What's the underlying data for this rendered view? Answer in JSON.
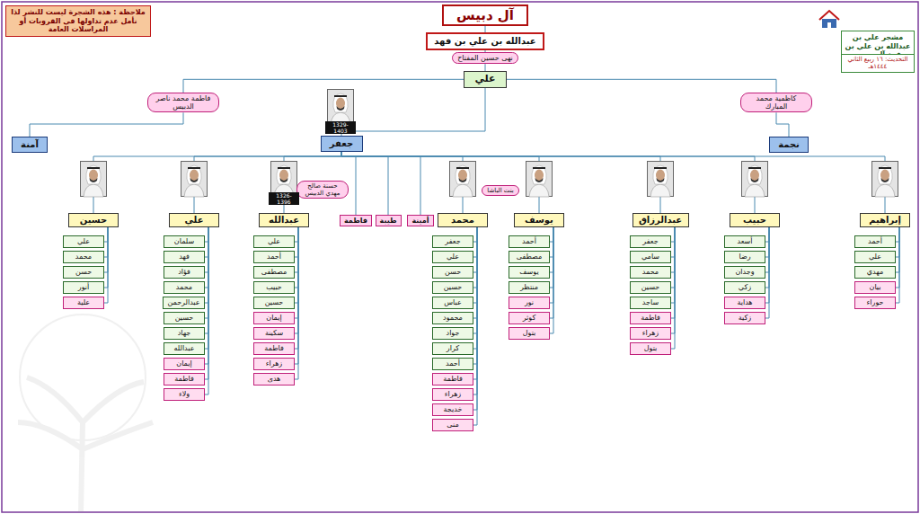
{
  "diagram": {
    "title": "آل دبيس",
    "nodes": [
      {
        "text": [
          "عبدالله بن علي بن فهد"
        ]
      },
      {
        "text": [
          "نهى حسين المفتاح"
        ]
      },
      {
        "text": [
          "علي"
        ]
      },
      {
        "text": [
          "فاطمة محمد ناصر الدبيس"
        ]
      },
      {
        "text": [
          "كاظمية محمد المبارك"
        ]
      },
      {
        "text": [
          "آمنة"
        ]
      },
      {
        "text": [
          "جعفر"
        ]
      },
      {
        "text": [
          "نجمة"
        ]
      },
      {
        "text": [
          "حسنة صالح مهدي الدبيس"
        ]
      },
      {
        "text": [
          "بنت الباشا"
        ]
      },
      {
        "text": [
          "حسين"
        ]
      },
      {
        "text": [
          "علي"
        ]
      },
      {
        "text": [
          "عبدالله"
        ]
      },
      {
        "text": [
          "فاطمة"
        ]
      },
      {
        "text": [
          "طيبة"
        ]
      },
      {
        "text": [
          "أمينة"
        ]
      },
      {
        "text": [
          "محمد"
        ]
      },
      {
        "text": [
          "يوسف"
        ]
      },
      {
        "text": [
          "عبدالرزاق"
        ]
      },
      {
        "text": [
          "حبيب"
        ]
      },
      {
        "text": [
          "إبراهيم"
        ]
      },
      {
        "text": [
          "علي"
        ]
      },
      {
        "text": [
          "محمد"
        ]
      },
      {
        "text": [
          "حسن"
        ]
      },
      {
        "text": [
          "أنور"
        ]
      },
      {
        "text": [
          "علية"
        ]
      },
      {
        "text": [
          "سلمان"
        ]
      },
      {
        "text": [
          "فهد"
        ]
      },
      {
        "text": [
          "فؤاد"
        ]
      },
      {
        "text": [
          "محمد"
        ]
      },
      {
        "text": [
          "عبدالرحمن"
        ]
      },
      {
        "text": [
          "حسين"
        ]
      },
      {
        "text": [
          "جهاد"
        ]
      },
      {
        "text": [
          "عبدالله"
        ]
      },
      {
        "text": [
          "إيمان"
        ]
      },
      {
        "text": [
          "فاطمة"
        ]
      },
      {
        "text": [
          "ولاء"
        ]
      },
      {
        "text": [
          "علي"
        ]
      },
      {
        "text": [
          "أحمد"
        ]
      },
      {
        "text": [
          "مصطفى"
        ]
      },
      {
        "text": [
          "حبيب"
        ]
      },
      {
        "text": [
          "حسين"
        ]
      },
      {
        "text": [
          "إيمان"
        ]
      },
      {
        "text": [
          "سكينة"
        ]
      },
      {
        "text": [
          "فاطمة"
        ]
      },
      {
        "text": [
          "زهراء"
        ]
      },
      {
        "text": [
          "هدى"
        ]
      },
      {
        "text": [
          "جعفر"
        ]
      },
      {
        "text": [
          "علي"
        ]
      },
      {
        "text": [
          "حسن"
        ]
      },
      {
        "text": [
          "حسين"
        ]
      },
      {
        "text": [
          "عباس"
        ]
      },
      {
        "text": [
          "محمود"
        ]
      },
      {
        "text": [
          "جواد"
        ]
      },
      {
        "text": [
          "كرار"
        ]
      },
      {
        "text": [
          "أحمد"
        ]
      },
      {
        "text": [
          "فاطمة"
        ]
      },
      {
        "text": [
          "زهراء"
        ]
      },
      {
        "text": [
          "خديجة"
        ]
      },
      {
        "text": [
          "منى"
        ]
      },
      {
        "text": [
          "أحمد"
        ]
      },
      {
        "text": [
          "مصطفى"
        ]
      },
      {
        "text": [
          "يوسف"
        ]
      },
      {
        "text": [
          "منتظر"
        ]
      },
      {
        "text": [
          "نور"
        ]
      },
      {
        "text": [
          "كوثر"
        ]
      },
      {
        "text": [
          "بتول"
        ]
      },
      {
        "text": [
          "جعفر"
        ]
      },
      {
        "text": [
          "سامي"
        ]
      },
      {
        "text": [
          "محمد"
        ]
      },
      {
        "text": [
          "حسين"
        ]
      },
      {
        "text": [
          "ساجد"
        ]
      },
      {
        "text": [
          "فاطمة"
        ]
      },
      {
        "text": [
          "زهراء"
        ]
      },
      {
        "text": [
          "بتول"
        ]
      },
      {
        "text": [
          "أسعد"
        ]
      },
      {
        "text": [
          "رضا"
        ]
      },
      {
        "text": [
          "وجدان"
        ]
      },
      {
        "text": [
          "زكي"
        ]
      },
      {
        "text": [
          "هداية"
        ]
      },
      {
        "text": [
          "زكية"
        ]
      },
      {
        "text": [
          "أحمد"
        ]
      },
      {
        "text": [
          "علي"
        ]
      },
      {
        "text": [
          "مهدي"
        ]
      },
      {
        "text": [
          "بيان"
        ]
      },
      {
        "text": [
          "حوراء"
        ]
      }
    ],
    "edges": [
      {
        "from": 0,
        "to": 1,
        "arrow": "none"
      },
      {
        "from": 1,
        "to": 2,
        "arrow": "none"
      },
      {
        "from": 2,
        "to": 3,
        "arrow": "none"
      },
      {
        "from": 2,
        "to": 4,
        "arrow": "none"
      },
      {
        "from": 2,
        "to": 6,
        "arrow": "none"
      },
      {
        "from": 3,
        "to": 5,
        "arrow": "none"
      },
      {
        "from": 4,
        "to": 7,
        "arrow": "none"
      },
      {
        "from": 6,
        "to": 10,
        "arrow": "none"
      },
      {
        "from": 6,
        "to": 11,
        "arrow": "none"
      },
      {
        "from": 6,
        "to": 12,
        "arrow": "none"
      },
      {
        "from": 6,
        "to": 13,
        "arrow": "none"
      },
      {
        "from": 6,
        "to": 14,
        "arrow": "none"
      },
      {
        "from": 6,
        "to": 15,
        "arrow": "none"
      },
      {
        "from": 6,
        "to": 16,
        "arrow": "none"
      },
      {
        "from": 6,
        "to": 17,
        "arrow": "none"
      },
      {
        "from": 6,
        "to": 18,
        "arrow": "none"
      },
      {
        "from": 6,
        "to": 19,
        "arrow": "none"
      },
      {
        "from": 6,
        "to": 20,
        "arrow": "none"
      },
      {
        "from": 10,
        "to": 21,
        "arrow": "none"
      },
      {
        "from": 10,
        "to": 22,
        "arrow": "none"
      },
      {
        "from": 10,
        "to": 23,
        "arrow": "none"
      },
      {
        "from": 10,
        "to": 24,
        "arrow": "none"
      },
      {
        "from": 10,
        "to": 25,
        "arrow": "none"
      },
      {
        "from": 11,
        "to": 26,
        "arrow": "none"
      },
      {
        "from": 11,
        "to": 27,
        "arrow": "none"
      },
      {
        "from": 11,
        "to": 28,
        "arrow": "none"
      },
      {
        "from": 11,
        "to": 29,
        "arrow": "none"
      },
      {
        "from": 11,
        "to": 30,
        "arrow": "none"
      },
      {
        "from": 11,
        "to": 31,
        "arrow": "none"
      },
      {
        "from": 11,
        "to": 32,
        "arrow": "none"
      },
      {
        "from": 11,
        "to": 33,
        "arrow": "none"
      },
      {
        "from": 11,
        "to": 34,
        "arrow": "none"
      },
      {
        "from": 11,
        "to": 35,
        "arrow": "none"
      },
      {
        "from": 11,
        "to": 36,
        "arrow": "none"
      },
      {
        "from": 12,
        "to": 37,
        "arrow": "none"
      },
      {
        "from": 12,
        "to": 38,
        "arrow": "none"
      },
      {
        "from": 12,
        "to": 39,
        "arrow": "none"
      },
      {
        "from": 12,
        "to": 40,
        "arrow": "none"
      },
      {
        "from": 12,
        "to": 41,
        "arrow": "none"
      },
      {
        "from": 12,
        "to": 42,
        "arrow": "none"
      },
      {
        "from": 12,
        "to": 43,
        "arrow": "none"
      },
      {
        "from": 12,
        "to": 44,
        "arrow": "none"
      },
      {
        "from": 12,
        "to": 45,
        "arrow": "none"
      },
      {
        "from": 12,
        "to": 46,
        "arrow": "none"
      },
      {
        "from": 16,
        "to": 47,
        "arrow": "none"
      },
      {
        "from": 16,
        "to": 48,
        "arrow": "none"
      },
      {
        "from": 16,
        "to": 49,
        "arrow": "none"
      },
      {
        "from": 16,
        "to": 50,
        "arrow": "none"
      },
      {
        "from": 16,
        "to": 51,
        "arrow": "none"
      },
      {
        "from": 16,
        "to": 52,
        "arrow": "none"
      },
      {
        "from": 16,
        "to": 53,
        "arrow": "none"
      },
      {
        "from": 16,
        "to": 54,
        "arrow": "none"
      },
      {
        "from": 16,
        "to": 55,
        "arrow": "none"
      },
      {
        "from": 16,
        "to": 56,
        "arrow": "none"
      },
      {
        "from": 16,
        "to": 57,
        "arrow": "none"
      },
      {
        "from": 16,
        "to": 58,
        "arrow": "none"
      },
      {
        "from": 16,
        "to": 59,
        "arrow": "none"
      },
      {
        "from": 17,
        "to": 60,
        "arrow": "none"
      },
      {
        "from": 17,
        "to": 61,
        "arrow": "none"
      },
      {
        "from": 17,
        "to": 62,
        "arrow": "none"
      },
      {
        "from": 17,
        "to": 63,
        "arrow": "none"
      },
      {
        "from": 17,
        "to": 64,
        "arrow": "none"
      },
      {
        "from": 17,
        "to": 65,
        "arrow": "none"
      },
      {
        "from": 17,
        "to": 66,
        "arrow": "none"
      },
      {
        "from": 18,
        "to": 67,
        "arrow": "none"
      },
      {
        "from": 18,
        "to": 68,
        "arrow": "none"
      },
      {
        "from": 18,
        "to": 69,
        "arrow": "none"
      },
      {
        "from": 18,
        "to": 70,
        "arrow": "none"
      },
      {
        "from": 18,
        "to": 71,
        "arrow": "none"
      },
      {
        "from": 18,
        "to": 72,
        "arrow": "none"
      },
      {
        "from": 18,
        "to": 73,
        "arrow": "none"
      },
      {
        "from": 18,
        "to": 74,
        "arrow": "none"
      },
      {
        "from": 19,
        "to": 75,
        "arrow": "none"
      },
      {
        "from": 19,
        "to": 76,
        "arrow": "none"
      },
      {
        "from": 19,
        "to": 77,
        "arrow": "none"
      },
      {
        "from": 19,
        "to": 78,
        "arrow": "none"
      },
      {
        "from": 19,
        "to": 79,
        "arrow": "none"
      },
      {
        "from": 19,
        "to": 80,
        "arrow": "none"
      },
      {
        "from": 20,
        "to": 81,
        "arrow": "none"
      },
      {
        "from": 20,
        "to": 82,
        "arrow": "none"
      },
      {
        "from": 20,
        "to": 83,
        "arrow": "none"
      },
      {
        "from": 20,
        "to": 84,
        "arrow": "none"
      },
      {
        "from": 20,
        "to": 85,
        "arrow": "none"
      }
    ],
    "labels": [
      "ملاحظة : هذه الشجرة ليست للنشر لذا نأمل عدم تداولها في القروبات أو المراسلات العامة",
      "مشجر علي بن عبدالله بن علي بن فهد آل دبيس",
      "التحديث: ١٦ ربيع الثاني ١٤٤٤هـ",
      "1329-1403",
      "1326-1396"
    ]
  }
}
